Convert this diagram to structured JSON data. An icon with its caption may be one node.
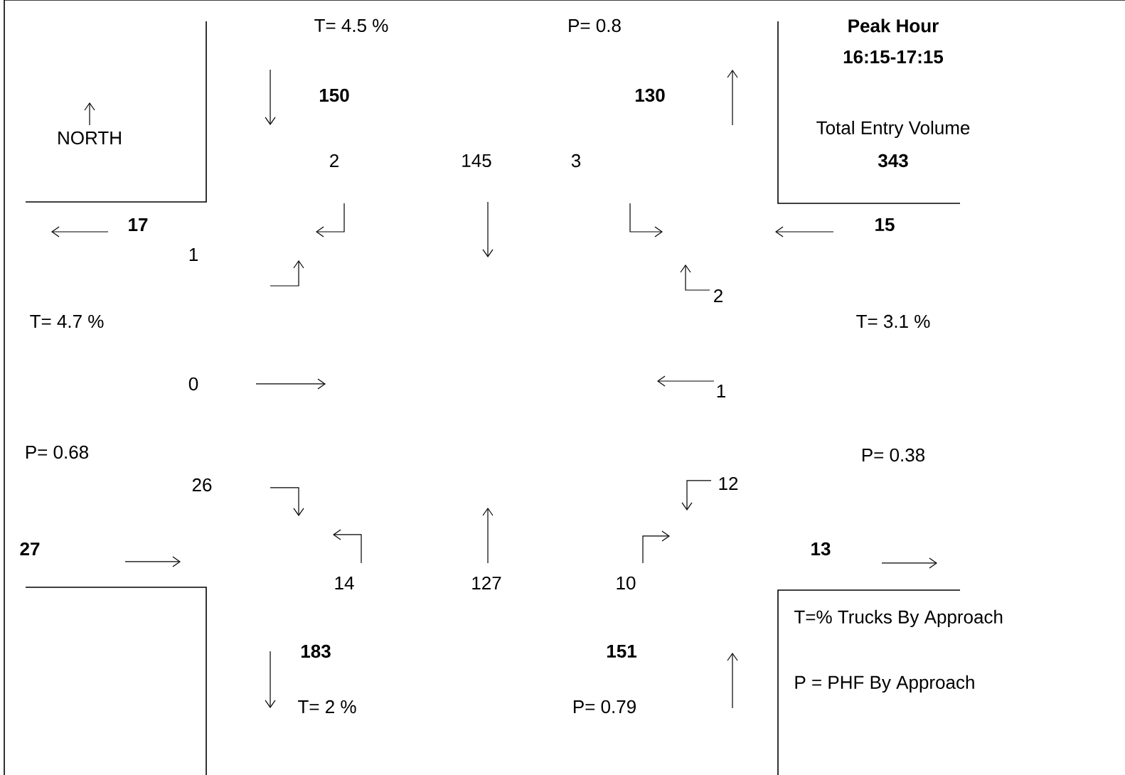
{
  "diagram": {
    "labels": [
      "T= 4.5 %",
      "P= 0.8",
      "Peak Hour",
      "16:15-17:15",
      "150",
      "130",
      "NORTH",
      "Total Entry Volume",
      "2",
      "145",
      "3",
      "343",
      "17",
      "15",
      "1",
      "2",
      "T= 4.7 %",
      "T= 3.1 %",
      "0",
      "1",
      "P= 0.68",
      "P= 0.38",
      "26",
      "12",
      "27",
      "13",
      "14",
      "127",
      "10",
      "T=% Trucks By Approach",
      "183",
      "151",
      "P = PHF By Approach",
      "T= 2 %",
      "P= 0.79"
    ]
  }
}
